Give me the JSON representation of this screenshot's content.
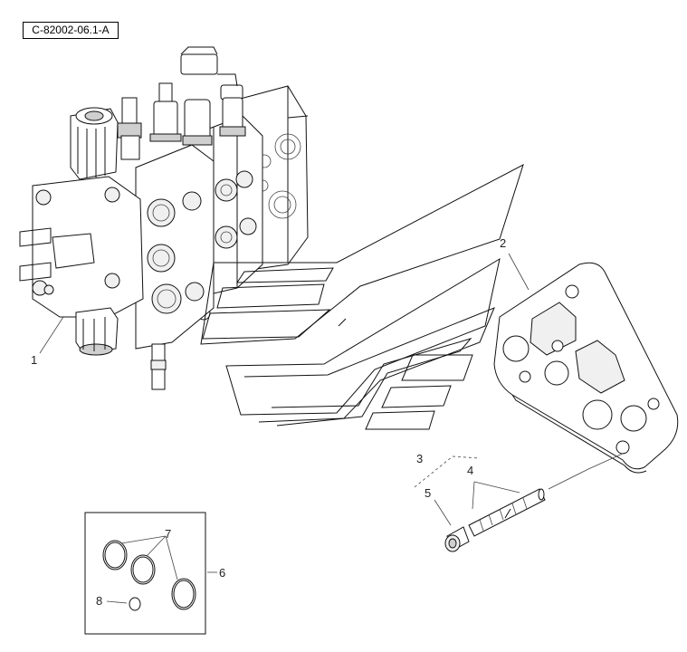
{
  "reference_code": "C-82002-06.1-A",
  "callouts": {
    "item_1": "1",
    "item_2": "2",
    "item_3": "3",
    "item_4": "4",
    "item_5": "5",
    "item_6": "6",
    "item_7": "7",
    "item_8": "8"
  }
}
